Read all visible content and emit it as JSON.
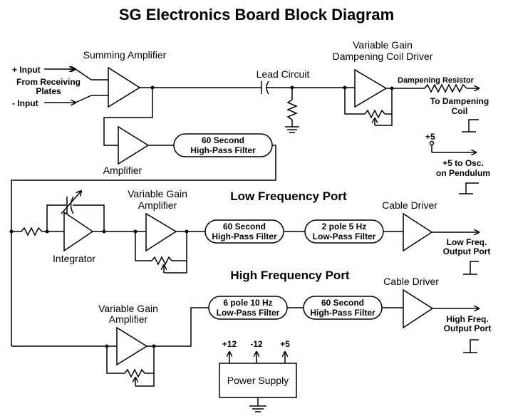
{
  "title": "SG Electronics Board Block Diagram",
  "summing_amp": {
    "label": "Summing Amplifier",
    "plus_input": "+ Input",
    "minus_input": "- Input",
    "source_line1": "From Receiving",
    "source_line2": "Plates"
  },
  "amplifier_label": "Amplifier",
  "hp_filter_top": {
    "line1": "60 Second",
    "line2": "High-Pass Filter"
  },
  "lead_circuit": "Lead Circuit",
  "damping_driver": {
    "line1": "Variable Gain",
    "line2": "Dampening Coil Driver"
  },
  "damping_resistor": "Dampening Resistor",
  "to_damping_coil": {
    "line1": "To Dampening",
    "line2": "Coil"
  },
  "plus5_top": "+5",
  "osc_output": {
    "line1": "+5 to Osc.",
    "line2": "on Pendulum"
  },
  "low_port": {
    "title": "Low Frequency Port",
    "integrator": "Integrator",
    "vga_line1": "Variable Gain",
    "vga_line2": "Amplifier",
    "hp_line1": "60 Second",
    "hp_line2": "High-Pass Filter",
    "lp_line1": "2 pole 5 Hz",
    "lp_line2": "Low-Pass Filter",
    "cable_driver": "Cable Driver",
    "out_line1": "Low Freq.",
    "out_line2": "Output Port"
  },
  "high_port": {
    "title": "High Frequency Port",
    "vga_line1": "Variable Gain",
    "vga_line2": "Amplifier",
    "lp_line1": "6 pole 10 Hz",
    "lp_line2": "Low-Pass Filter",
    "hp_line1": "60 Second",
    "hp_line2": "High-Pass Filter",
    "cable_driver": "Cable Driver",
    "out_line1": "High Freq.",
    "out_line2": "Output Port"
  },
  "power": {
    "label": "Power Supply",
    "v1": "+12",
    "v2": "-12",
    "v3": "+5"
  }
}
